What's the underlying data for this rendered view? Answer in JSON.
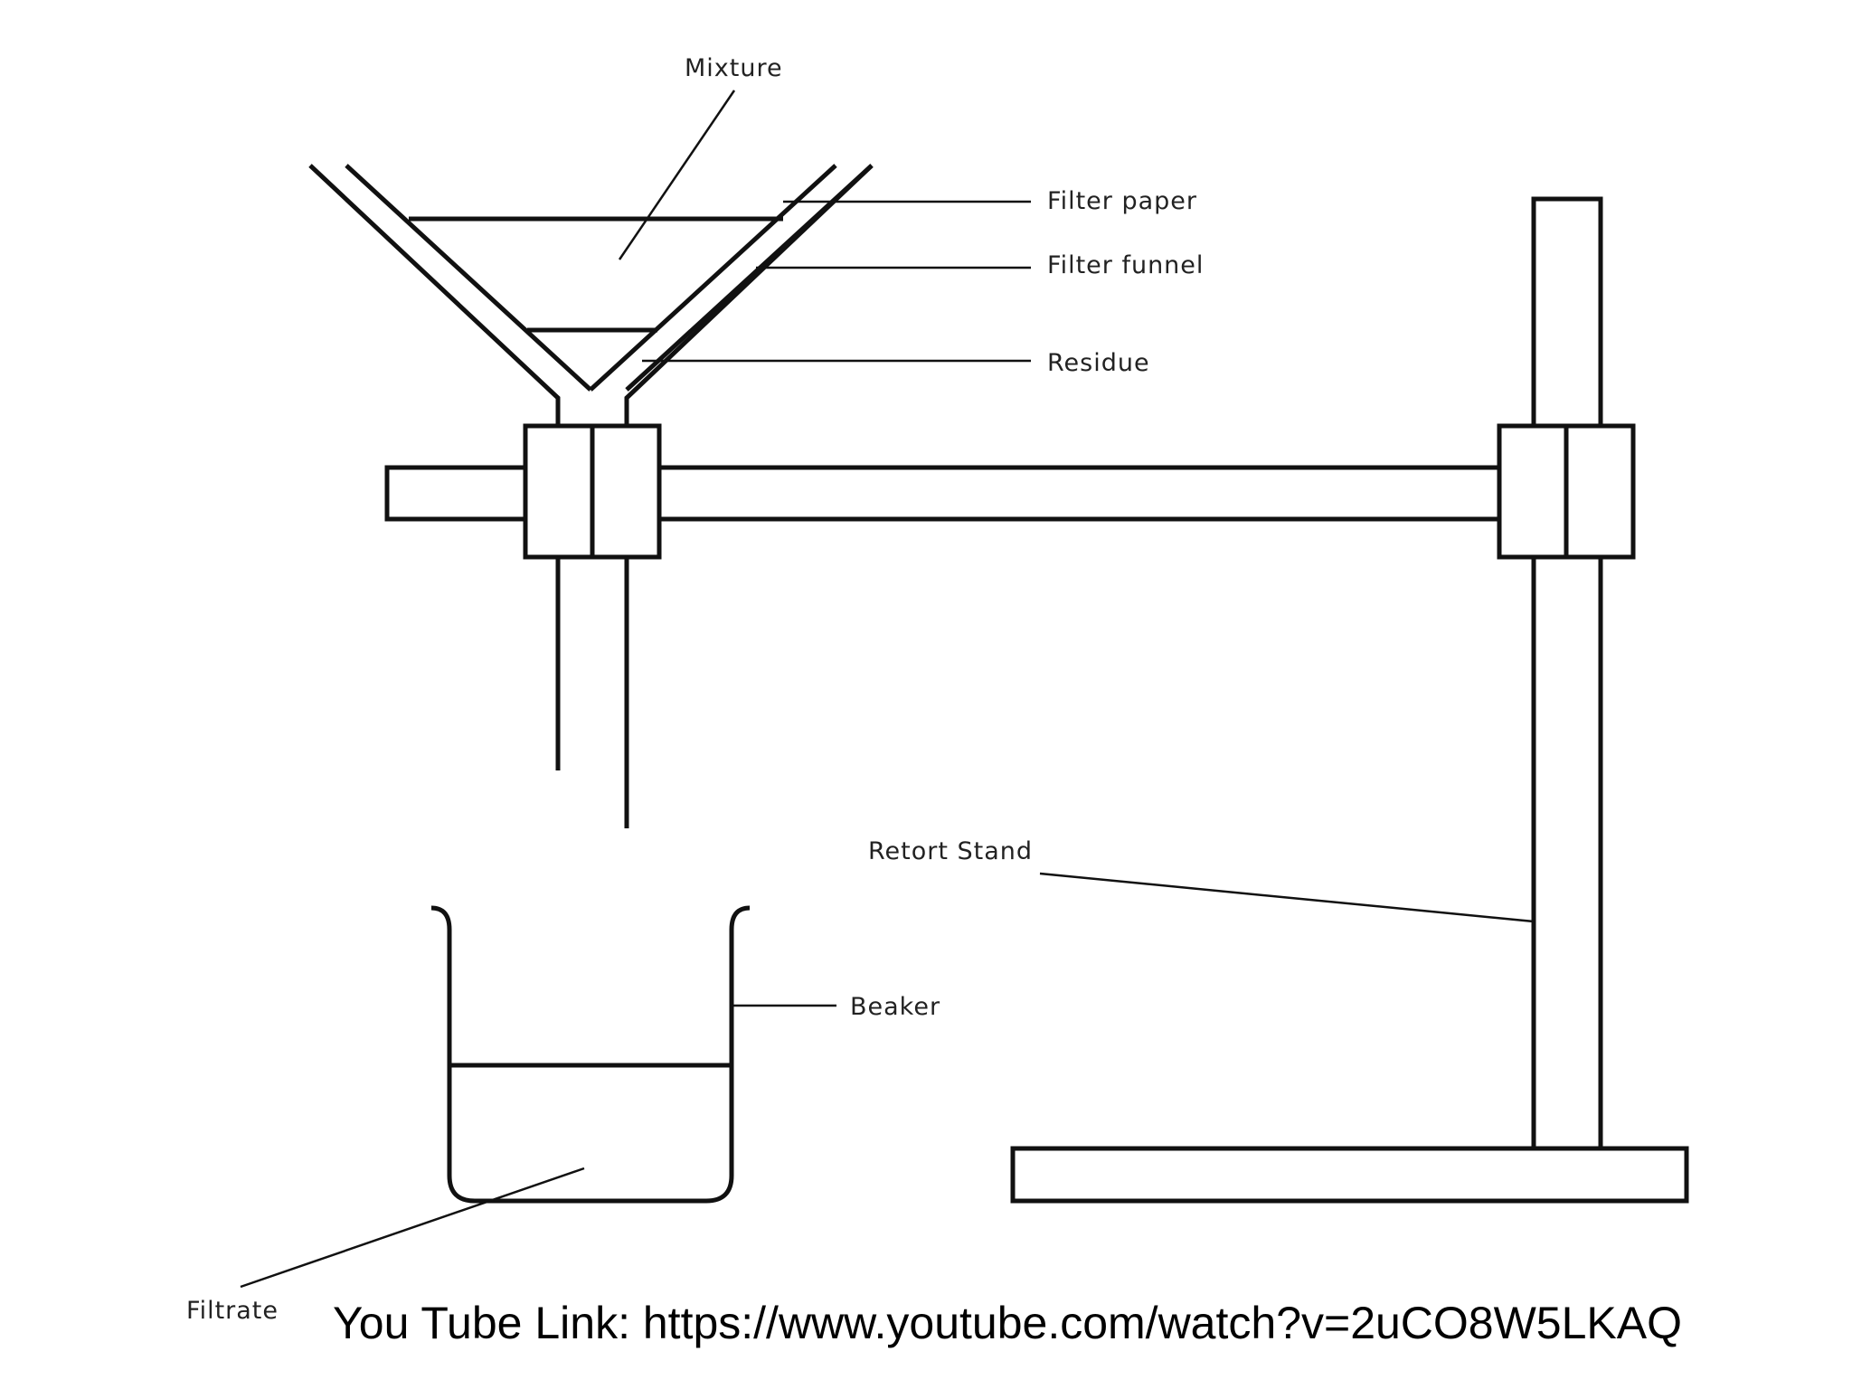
{
  "labels": {
    "mixture": "Mixture",
    "filter_paper": "Filter paper",
    "filter_funnel": "Filter funnel",
    "residue": "Residue",
    "retort_stand": "Retort Stand",
    "beaker": "Beaker",
    "filtrate": "Filtrate"
  },
  "footer": {
    "link_text": "You Tube Link: https://www.youtube.com/watch?v=2uCO8W5LKAQ"
  }
}
